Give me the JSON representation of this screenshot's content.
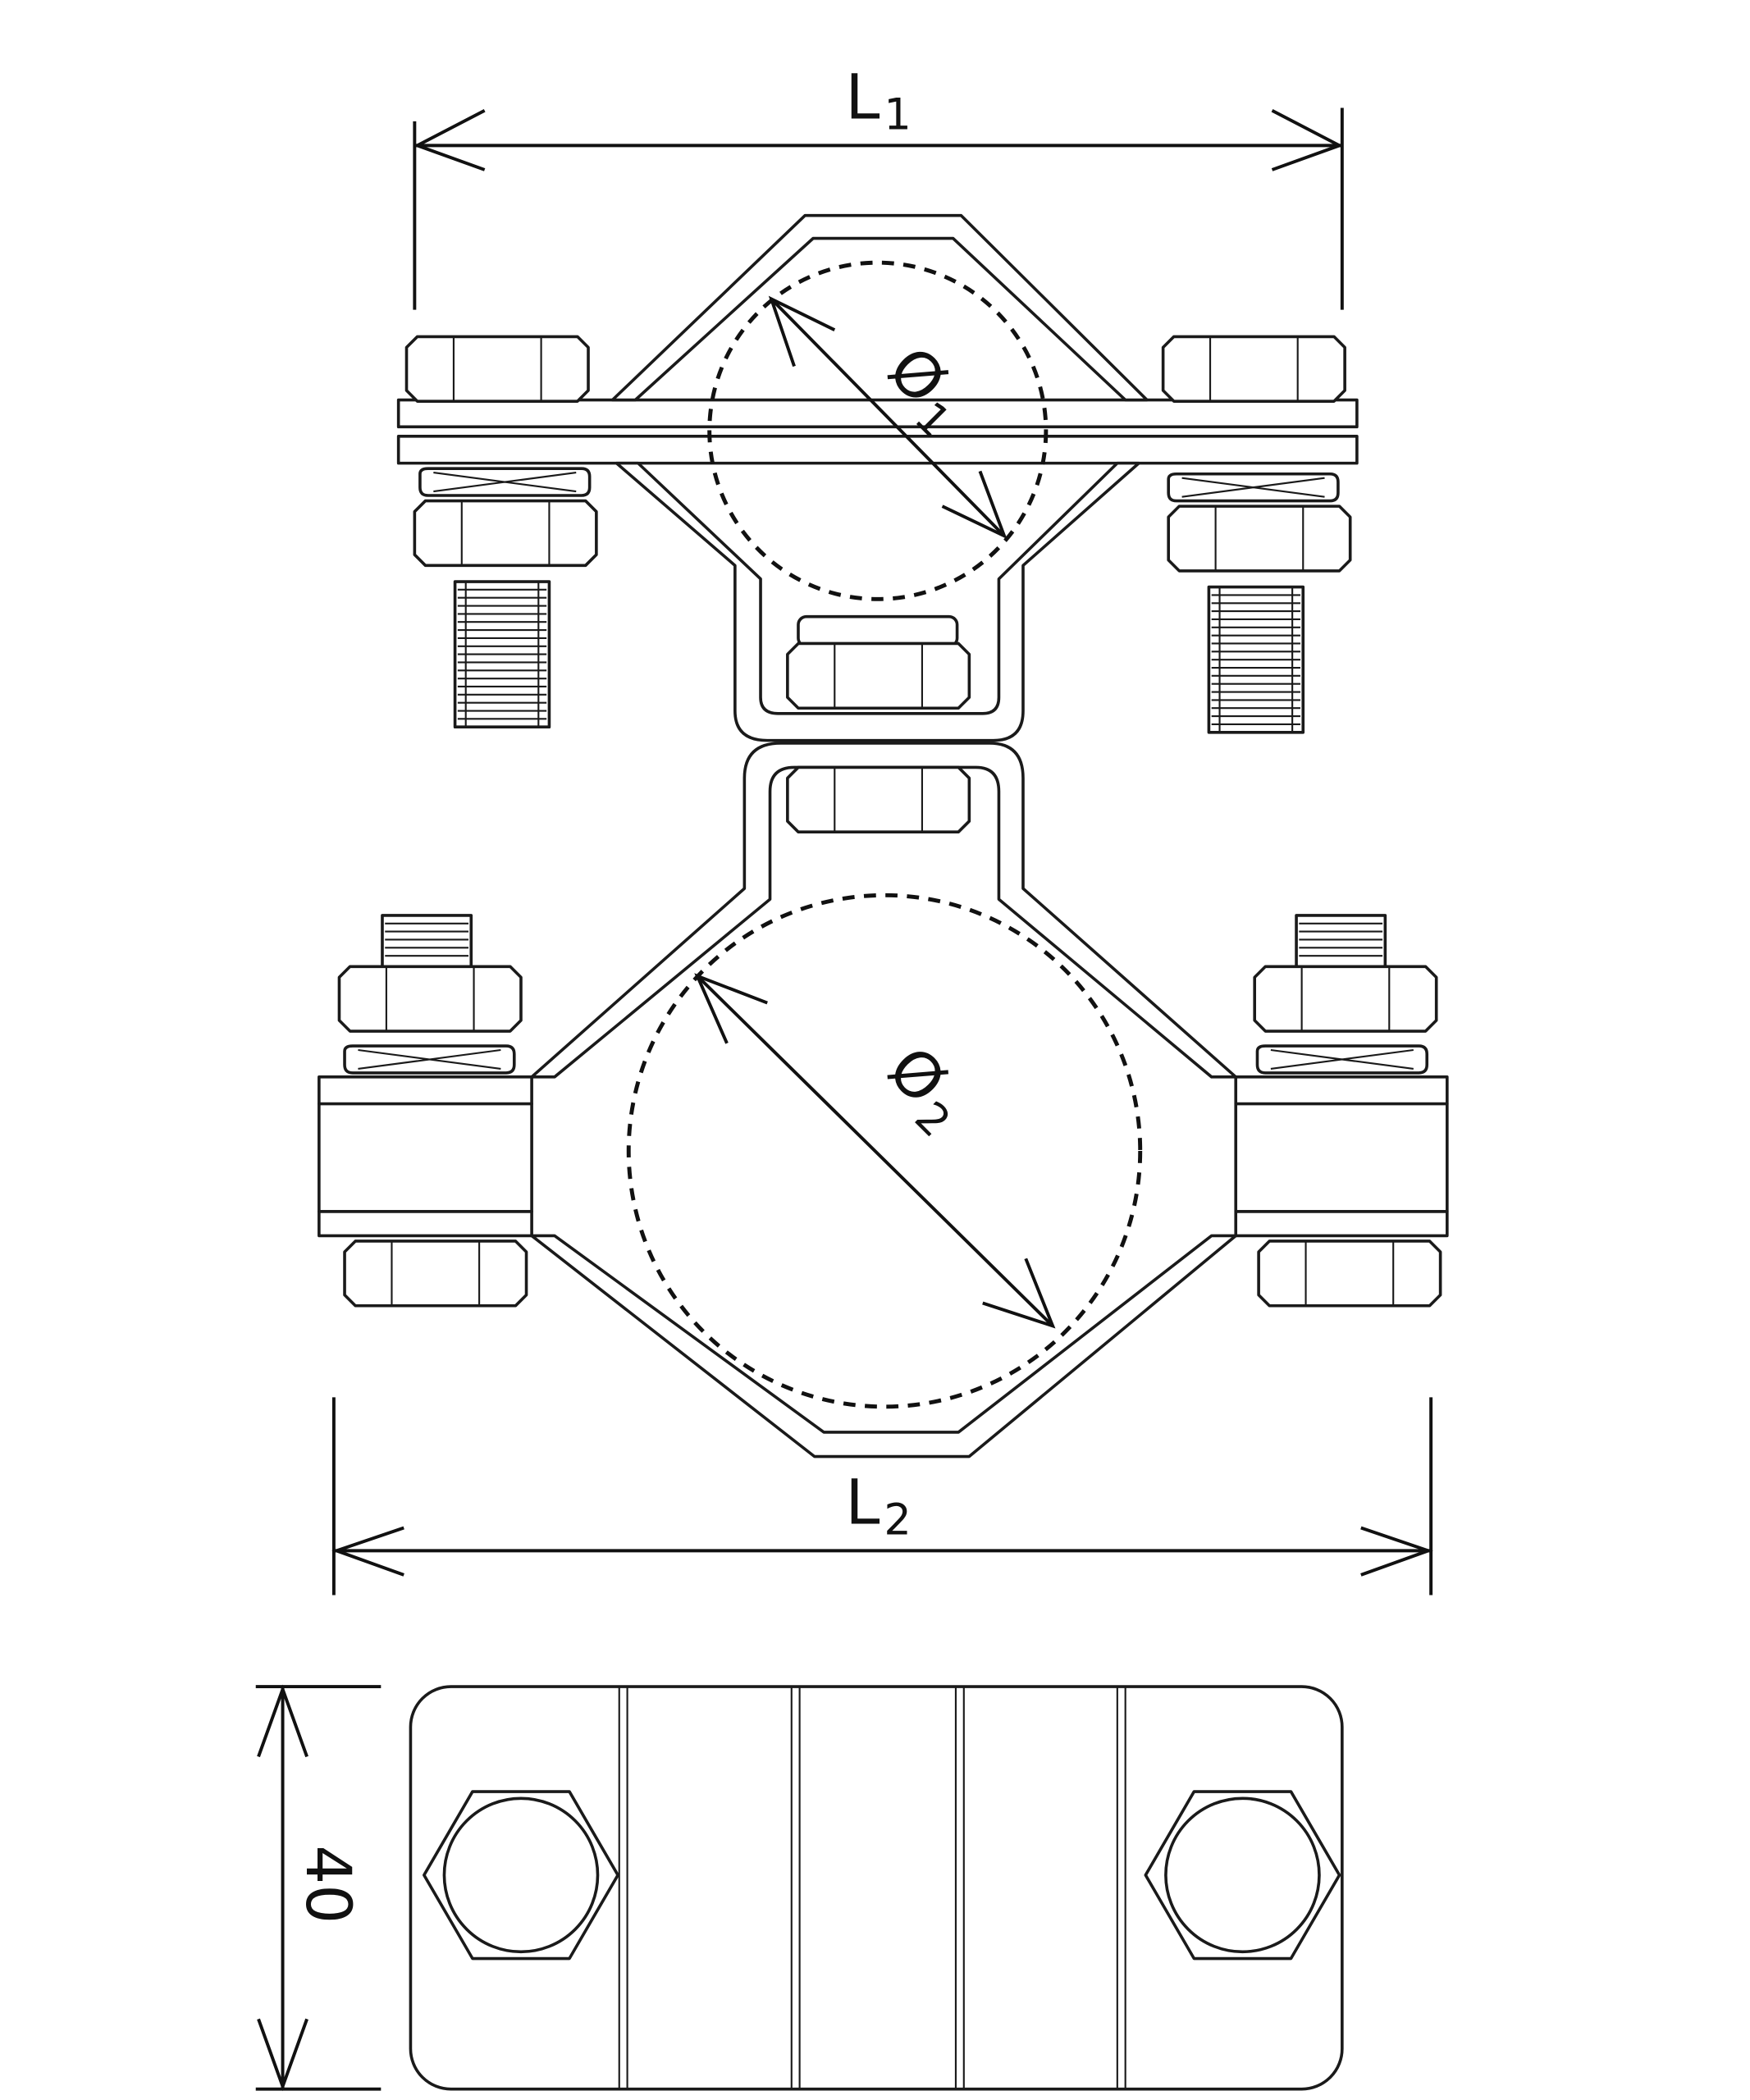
{
  "dimensions": {
    "l1": {
      "main": "L",
      "sub": "1"
    },
    "l2": {
      "main": "L",
      "sub": "2"
    },
    "d1": {
      "main": "Ø",
      "sub": "1"
    },
    "d2": {
      "main": "Ø",
      "sub": "2"
    },
    "width": "40"
  }
}
